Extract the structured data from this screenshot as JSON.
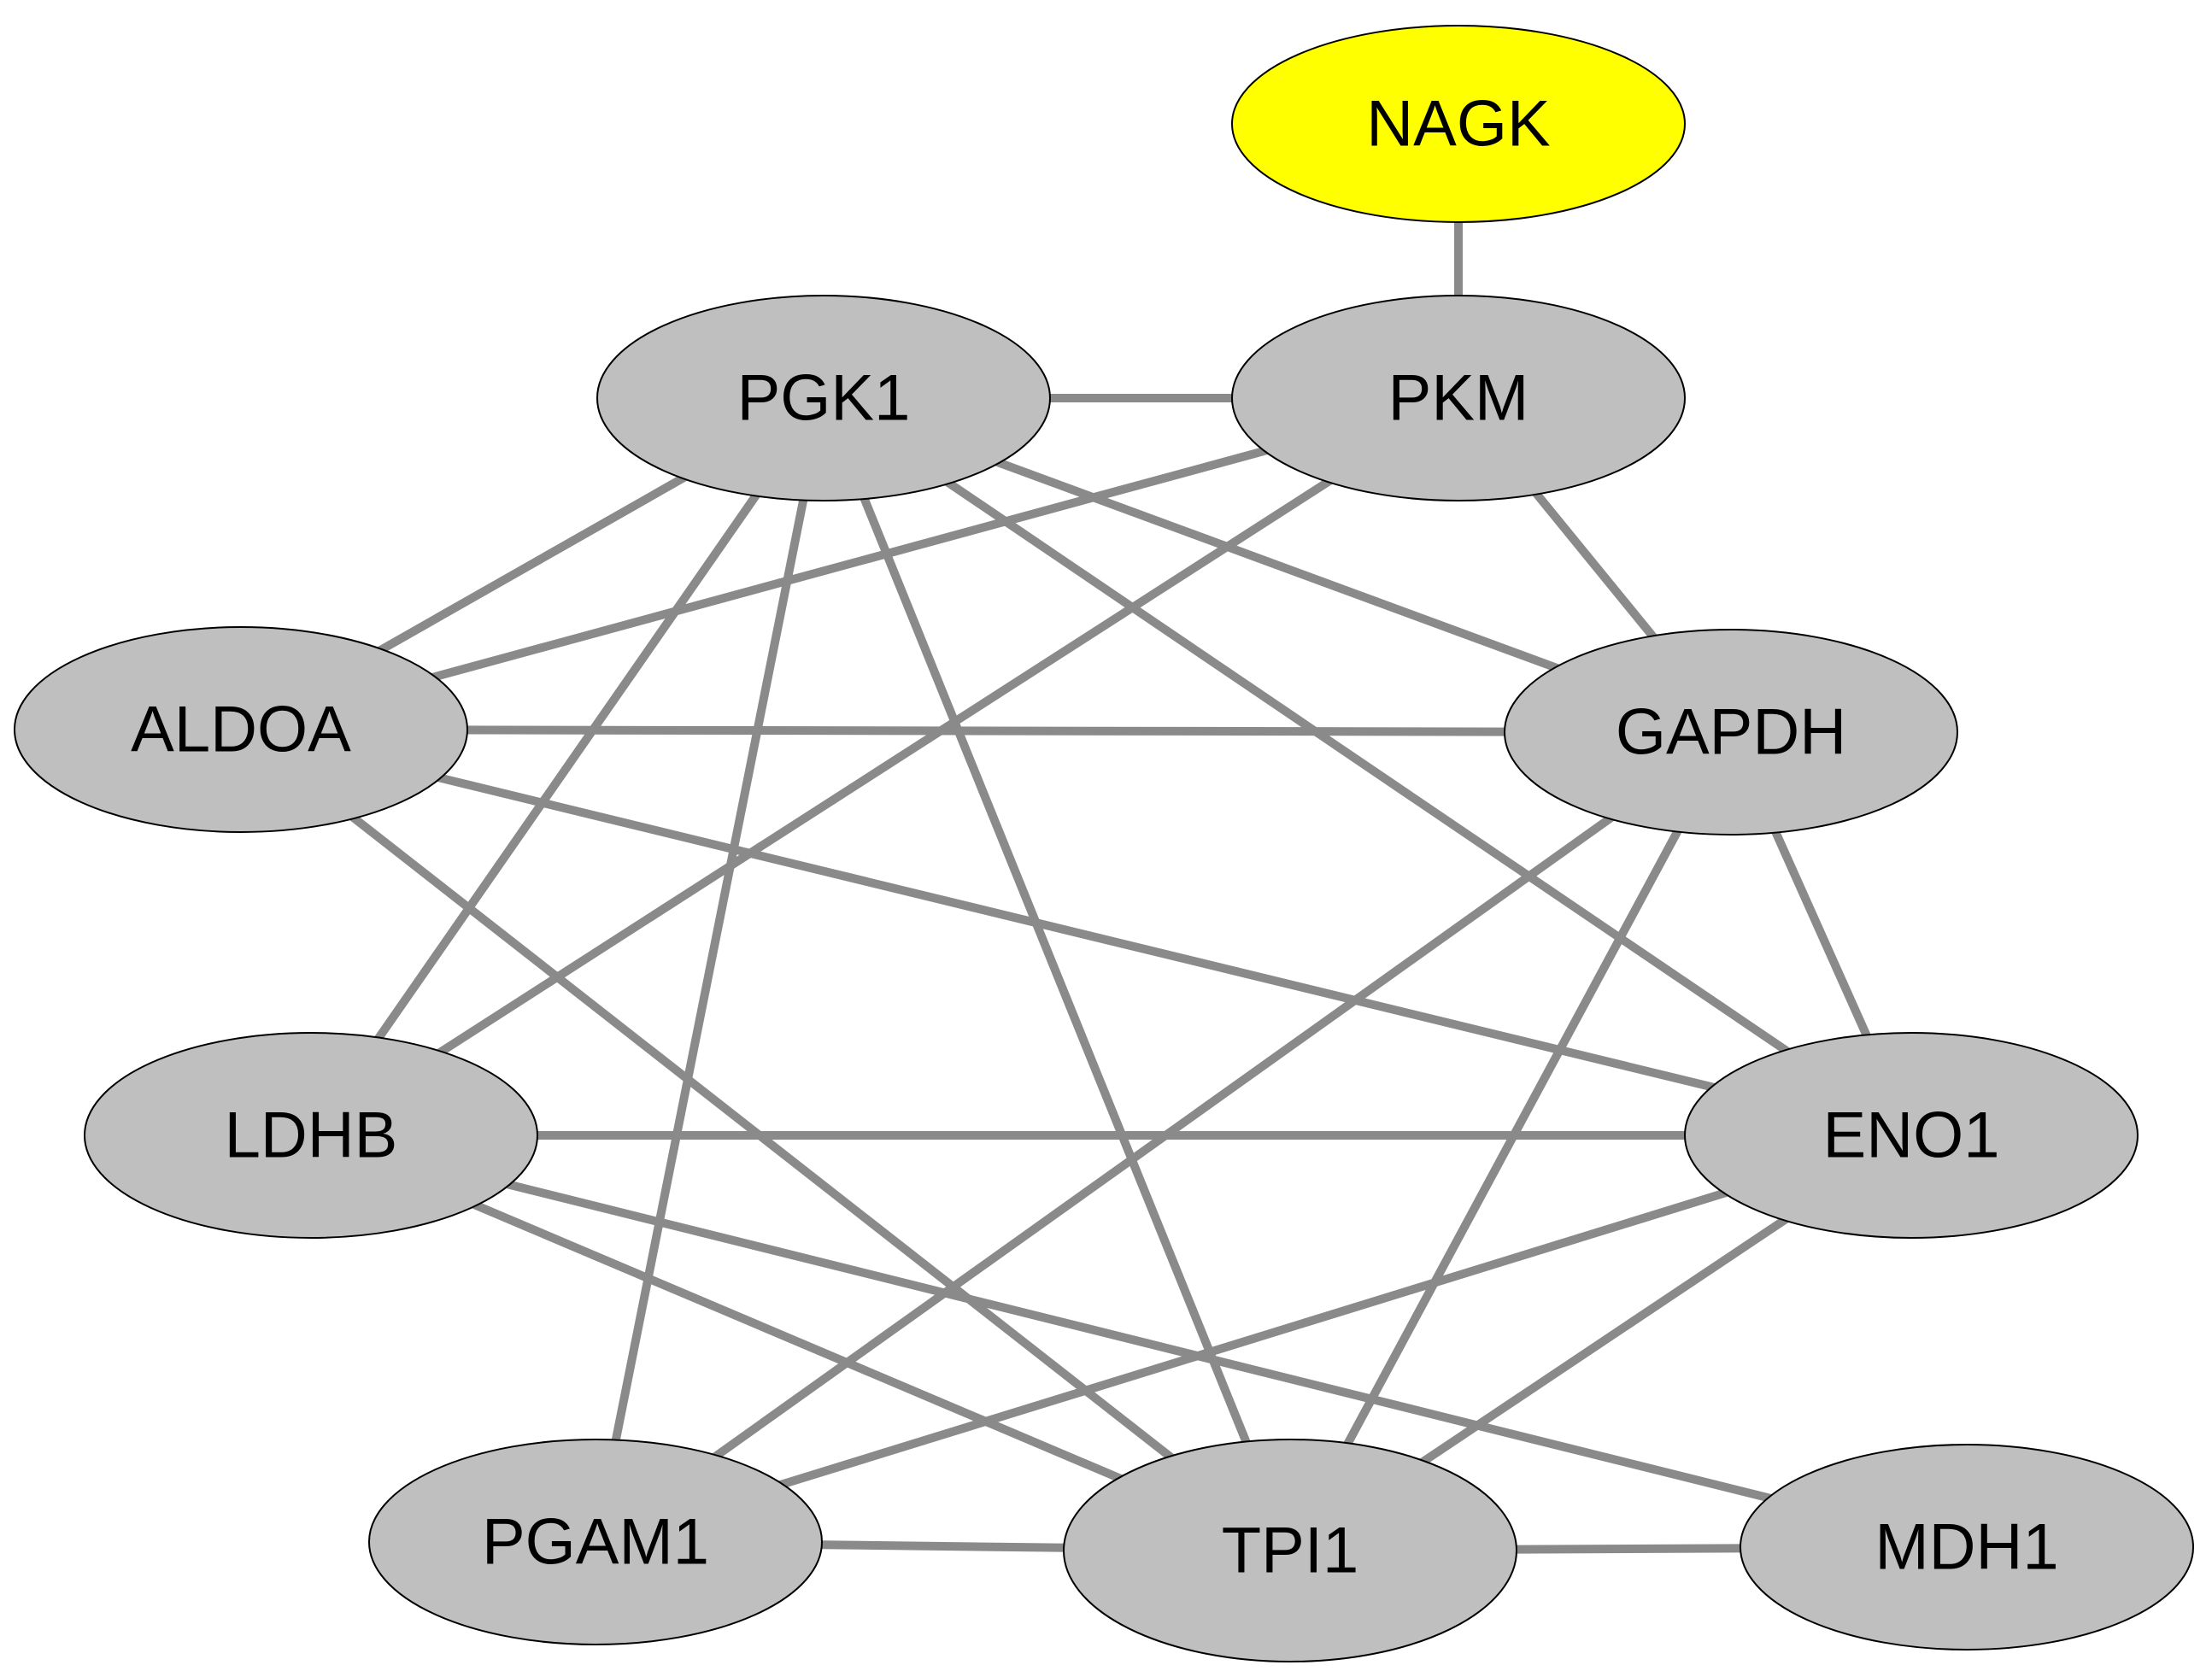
{
  "colors": {
    "default_node": "#bfbfbf",
    "highlight_node": "#ffff00",
    "edge": "#8a8a8a",
    "outline": "#000000"
  },
  "nodes": [
    {
      "id": "NAGK",
      "label": "NAGK",
      "highlight": true
    },
    {
      "id": "PGK1",
      "label": "PGK1",
      "highlight": false
    },
    {
      "id": "PKM",
      "label": "PKM",
      "highlight": false
    },
    {
      "id": "ALDOA",
      "label": "ALDOA",
      "highlight": false
    },
    {
      "id": "GAPDH",
      "label": "GAPDH",
      "highlight": false
    },
    {
      "id": "LDHB",
      "label": "LDHB",
      "highlight": false
    },
    {
      "id": "ENO1",
      "label": "ENO1",
      "highlight": false
    },
    {
      "id": "PGAM1",
      "label": "PGAM1",
      "highlight": false
    },
    {
      "id": "TPI1",
      "label": "TPI1",
      "highlight": false
    },
    {
      "id": "MDH1",
      "label": "MDH1",
      "highlight": false
    }
  ],
  "edges": [
    [
      "NAGK",
      "PKM"
    ],
    [
      "PGK1",
      "PKM"
    ],
    [
      "PGK1",
      "ALDOA"
    ],
    [
      "PGK1",
      "GAPDH"
    ],
    [
      "PGK1",
      "ENO1"
    ],
    [
      "PGK1",
      "LDHB"
    ],
    [
      "PGK1",
      "PGAM1"
    ],
    [
      "PGK1",
      "TPI1"
    ],
    [
      "PKM",
      "ALDOA"
    ],
    [
      "PKM",
      "GAPDH"
    ],
    [
      "PKM",
      "LDHB"
    ],
    [
      "ALDOA",
      "GAPDH"
    ],
    [
      "ALDOA",
      "ENO1"
    ],
    [
      "ALDOA",
      "TPI1"
    ],
    [
      "GAPDH",
      "ENO1"
    ],
    [
      "GAPDH",
      "TPI1"
    ],
    [
      "GAPDH",
      "PGAM1"
    ],
    [
      "LDHB",
      "ENO1"
    ],
    [
      "LDHB",
      "TPI1"
    ],
    [
      "LDHB",
      "MDH1"
    ],
    [
      "ENO1",
      "PGAM1"
    ],
    [
      "ENO1",
      "TPI1"
    ],
    [
      "PGAM1",
      "TPI1"
    ],
    [
      "TPI1",
      "MDH1"
    ]
  ]
}
